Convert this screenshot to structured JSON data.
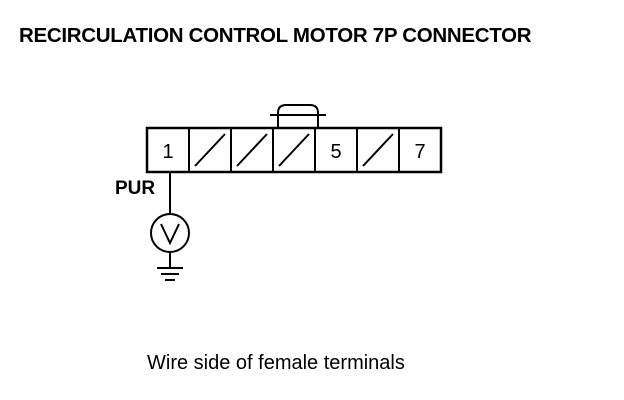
{
  "title": "RECIRCULATION CONTROL MOTOR 7P CONNECTOR",
  "connector": {
    "cavities": [
      {
        "label": "1",
        "blank": false
      },
      {
        "label": "",
        "blank": true
      },
      {
        "label": "",
        "blank": true
      },
      {
        "label": "",
        "blank": true
      },
      {
        "label": "5",
        "blank": false
      },
      {
        "label": "",
        "blank": true
      },
      {
        "label": "7",
        "blank": false
      }
    ]
  },
  "probe": {
    "wire_color": "PUR",
    "terminal": "1",
    "meter": "voltmeter",
    "reference": "ground"
  },
  "caption": "Wire side of female terminals"
}
